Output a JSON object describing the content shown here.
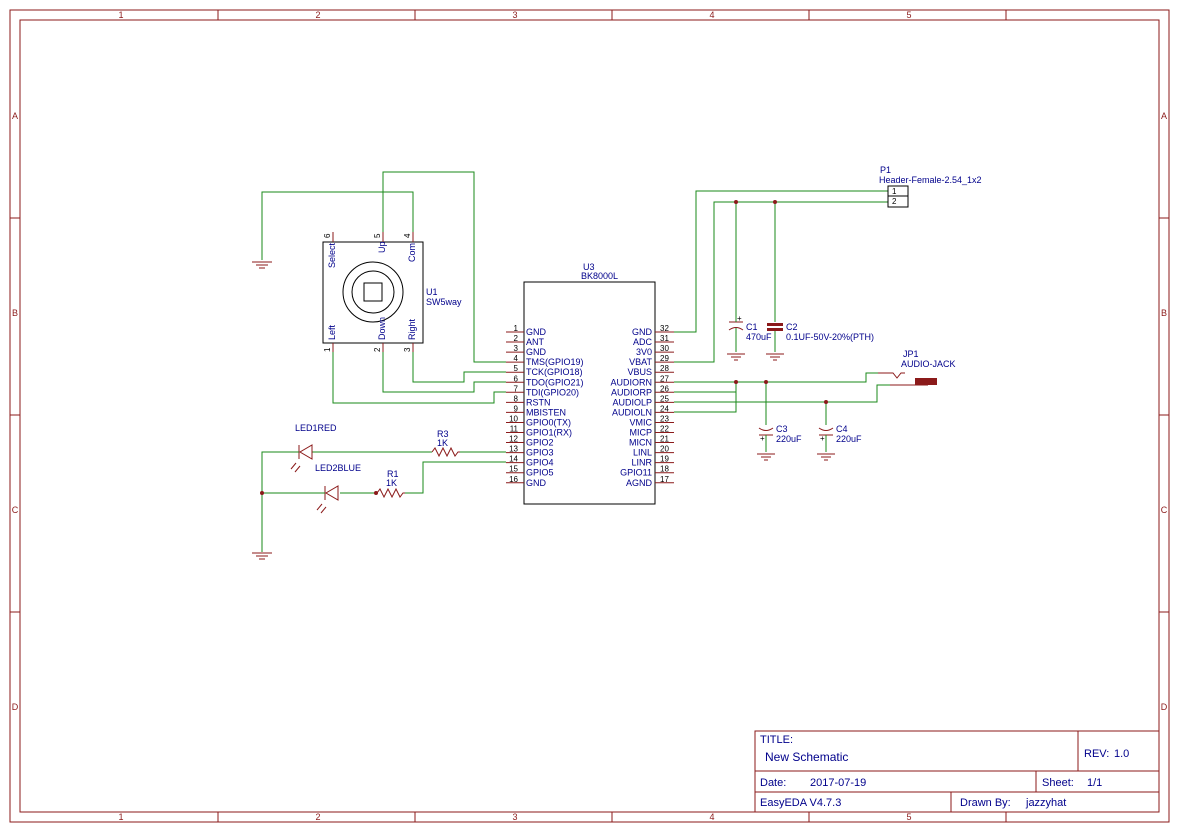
{
  "frame": {
    "col_labels": [
      "1",
      "2",
      "3",
      "4",
      "5"
    ],
    "row_labels": [
      "A",
      "B",
      "C",
      "D"
    ]
  },
  "u3": {
    "ref": "U3",
    "value": "BK8000L",
    "left_pins": [
      {
        "num": "1",
        "name": "GND"
      },
      {
        "num": "2",
        "name": "ANT"
      },
      {
        "num": "3",
        "name": "GND"
      },
      {
        "num": "4",
        "name": "TMS(GPIO19)"
      },
      {
        "num": "5",
        "name": "TCK(GPIO18)"
      },
      {
        "num": "6",
        "name": "TDO(GPIO21)"
      },
      {
        "num": "7",
        "name": "TDI(GPIO20)"
      },
      {
        "num": "8",
        "name": "RSTN"
      },
      {
        "num": "9",
        "name": "MBISTEN"
      },
      {
        "num": "10",
        "name": "GPIO0(TX)"
      },
      {
        "num": "11",
        "name": "GPIO1(RX)"
      },
      {
        "num": "12",
        "name": "GPIO2"
      },
      {
        "num": "13",
        "name": "GPIO3"
      },
      {
        "num": "14",
        "name": "GPIO4"
      },
      {
        "num": "15",
        "name": "GPIO5"
      },
      {
        "num": "16",
        "name": "GND"
      }
    ],
    "right_pins": [
      {
        "num": "32",
        "name": "GND"
      },
      {
        "num": "31",
        "name": "ADC"
      },
      {
        "num": "30",
        "name": "3V0"
      },
      {
        "num": "29",
        "name": "VBAT"
      },
      {
        "num": "28",
        "name": "VBUS"
      },
      {
        "num": "27",
        "name": "AUDIORN"
      },
      {
        "num": "26",
        "name": "AUDIORP"
      },
      {
        "num": "25",
        "name": "AUDIOLP"
      },
      {
        "num": "24",
        "name": "AUDIOLN"
      },
      {
        "num": "23",
        "name": "VMIC"
      },
      {
        "num": "22",
        "name": "MICP"
      },
      {
        "num": "21",
        "name": "MICN"
      },
      {
        "num": "20",
        "name": "LINL"
      },
      {
        "num": "19",
        "name": "LINR"
      },
      {
        "num": "18",
        "name": "GPIO11"
      },
      {
        "num": "17",
        "name": "AGND"
      }
    ]
  },
  "u1": {
    "ref": "U1",
    "value": "SW5way",
    "top_pins": [
      {
        "num": "6",
        "name": "Select"
      },
      {
        "num": "5",
        "name": "Up"
      },
      {
        "num": "4",
        "name": "Com"
      }
    ],
    "bottom_pins": [
      {
        "num": "1",
        "name": "Left"
      },
      {
        "num": "2",
        "name": "Down"
      },
      {
        "num": "3",
        "name": "Right"
      }
    ]
  },
  "p1": {
    "ref": "P1",
    "value": "Header-Female-2.54_1x2",
    "pin1": "1",
    "pin2": "2"
  },
  "c1": {
    "ref": "C1",
    "value": "470uF"
  },
  "c2": {
    "ref": "C2",
    "value": "0.1UF-50V-20%(PTH)"
  },
  "c3": {
    "ref": "C3",
    "value": "220uF"
  },
  "c4": {
    "ref": "C4",
    "value": "220uF"
  },
  "jp1": {
    "ref": "JP1",
    "value": "AUDIO-JACK"
  },
  "r3": {
    "ref": "R3",
    "value": "1K"
  },
  "r1": {
    "ref": "R1",
    "value": "1K"
  },
  "led1": {
    "ref": "LED1RED"
  },
  "led2": {
    "ref": "LED2BLUE"
  },
  "title_block": {
    "title_label": "TITLE:",
    "title": "New Schematic",
    "rev_label": "REV:",
    "rev": "1.0",
    "date_label": "Date:",
    "date": "2017-07-19",
    "sheet_label": "Sheet:",
    "sheet": "1/1",
    "software": "EasyEDA V4.7.3",
    "drawn_label": "Drawn By:",
    "drawn_by": "jazzyhat"
  },
  "colors": {
    "frame": "#8b1a1a",
    "wire": "#1a8a1a",
    "text": "#00008b"
  }
}
